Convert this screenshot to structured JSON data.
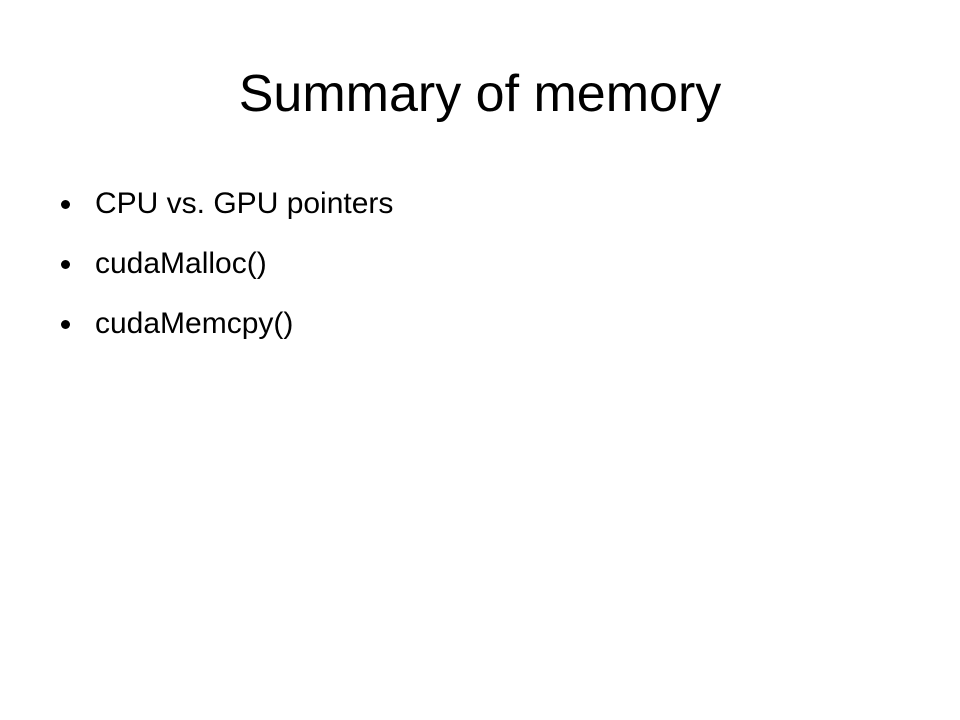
{
  "slide": {
    "title": "Summary of memory",
    "bullets": [
      "CPU vs. GPU pointers",
      "cudaMalloc()",
      "cudaMemcpy()"
    ]
  }
}
